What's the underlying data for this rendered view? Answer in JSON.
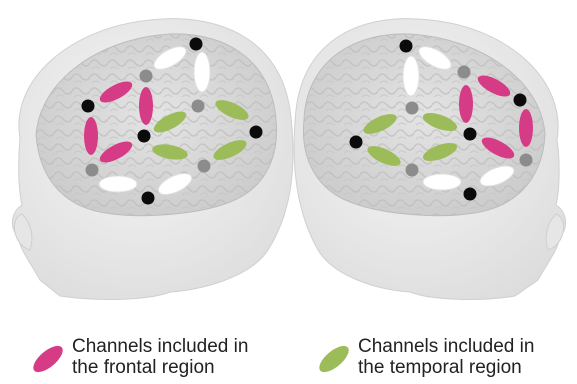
{
  "colors": {
    "frontal": "#d63b86",
    "temporal": "#9cbc5a",
    "other_channel": "#ffffff",
    "optode_source": "#0b0b0b",
    "optode_detector": "#8c8c8c"
  },
  "legend": {
    "frontal": {
      "label": "Channels included in\nthe frontal region",
      "color_key": "frontal"
    },
    "temporal": {
      "label": "Channels included in\nthe temporal region",
      "color_key": "temporal"
    }
  },
  "views": [
    "left-hemisphere",
    "right-hemisphere"
  ]
}
